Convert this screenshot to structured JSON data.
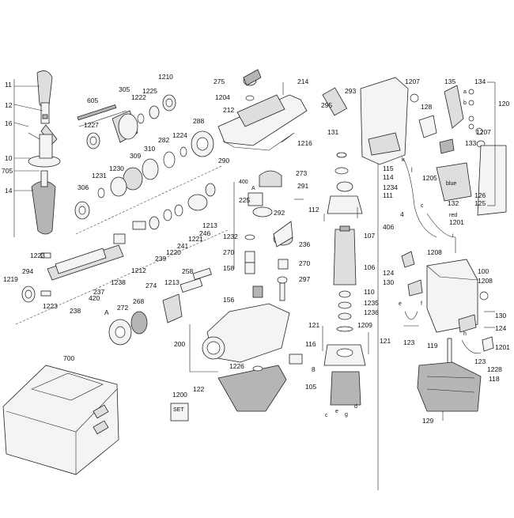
{
  "labels": {
    "l11": "11",
    "l12": "12",
    "l16": "16",
    "l10": "10",
    "l705": "705",
    "l14": "14",
    "l1210": "1210",
    "l305": "305",
    "l1225": "1225",
    "l605": "605",
    "l1222": "1222",
    "l1227": "1227",
    "l288": "288",
    "l1224": "1224",
    "l282": "282",
    "l310": "310",
    "l309": "309",
    "l1230": "1230",
    "l1231": "1231",
    "l306": "306",
    "l290": "290",
    "l1213": "1213",
    "l246": "246",
    "l1221": "1221",
    "l241": "241",
    "l1220": "1220",
    "l239": "239",
    "l1212": "1212",
    "l1238": "1238",
    "l420": "420",
    "l237": "237",
    "l238": "238",
    "l1223a": "1223",
    "l1223b": "1223",
    "l1219": "1219",
    "l294": "294",
    "l258": "258",
    "l1213b": "1213",
    "l274": "274",
    "l272": "272",
    "l268": "268",
    "lA1": "A",
    "l275": "275",
    "l214": "214",
    "l1204": "1204",
    "l212": "212",
    "l1216": "1216",
    "l273": "273",
    "l291": "291",
    "l400": "400",
    "lA2": "A",
    "l225": "225",
    "l292": "292",
    "l1232": "1232",
    "l270a": "270",
    "l236": "236",
    "l270b": "270",
    "l158": "158",
    "l297": "297",
    "l156": "156",
    "l200": "200",
    "l1226": "1226",
    "l122": "122",
    "l8": "8",
    "l700": "700",
    "l1200": "1200",
    "l293": "293",
    "l1207a": "1207",
    "l295": "295",
    "l131": "131",
    "l115": "115",
    "l114": "114",
    "l1234": "1234",
    "l111": "111",
    "l112": "112",
    "l107": "107",
    "l406": "406",
    "l106": "106",
    "l110": "110",
    "l1235": "1235",
    "l1236": "1236",
    "l1209": "1209",
    "l121a": "121",
    "l121b": "121",
    "l116": "116",
    "l105": "105",
    "lc1": "c",
    "le1": "e",
    "lg1": "g",
    "ld1": "d",
    "l135": "135",
    "l134": "134",
    "la": "a",
    "lb": "b",
    "l128": "128",
    "l120": "120",
    "l1207b": "1207",
    "l133": "133",
    "lk1": "k",
    "lj1": "j",
    "l1205": "1205",
    "lblue": "blue",
    "l132": "132",
    "l126": "126",
    "l125": "125",
    "lc2": "c",
    "l4": "4",
    "lred": "red",
    "l1201a": "1201",
    "li": "i",
    "l1208a": "1208",
    "l100": "100",
    "l1208b": "1208",
    "l124a": "124",
    "l130a": "130",
    "le2": "e",
    "lf": "f",
    "l123a": "123",
    "l130b": "130",
    "l124b": "124",
    "l1201b": "1201",
    "lh": "h",
    "l119": "119",
    "l123b": "123",
    "l1228": "1228",
    "l118": "118",
    "l129": "129",
    "lSET": "SET"
  }
}
